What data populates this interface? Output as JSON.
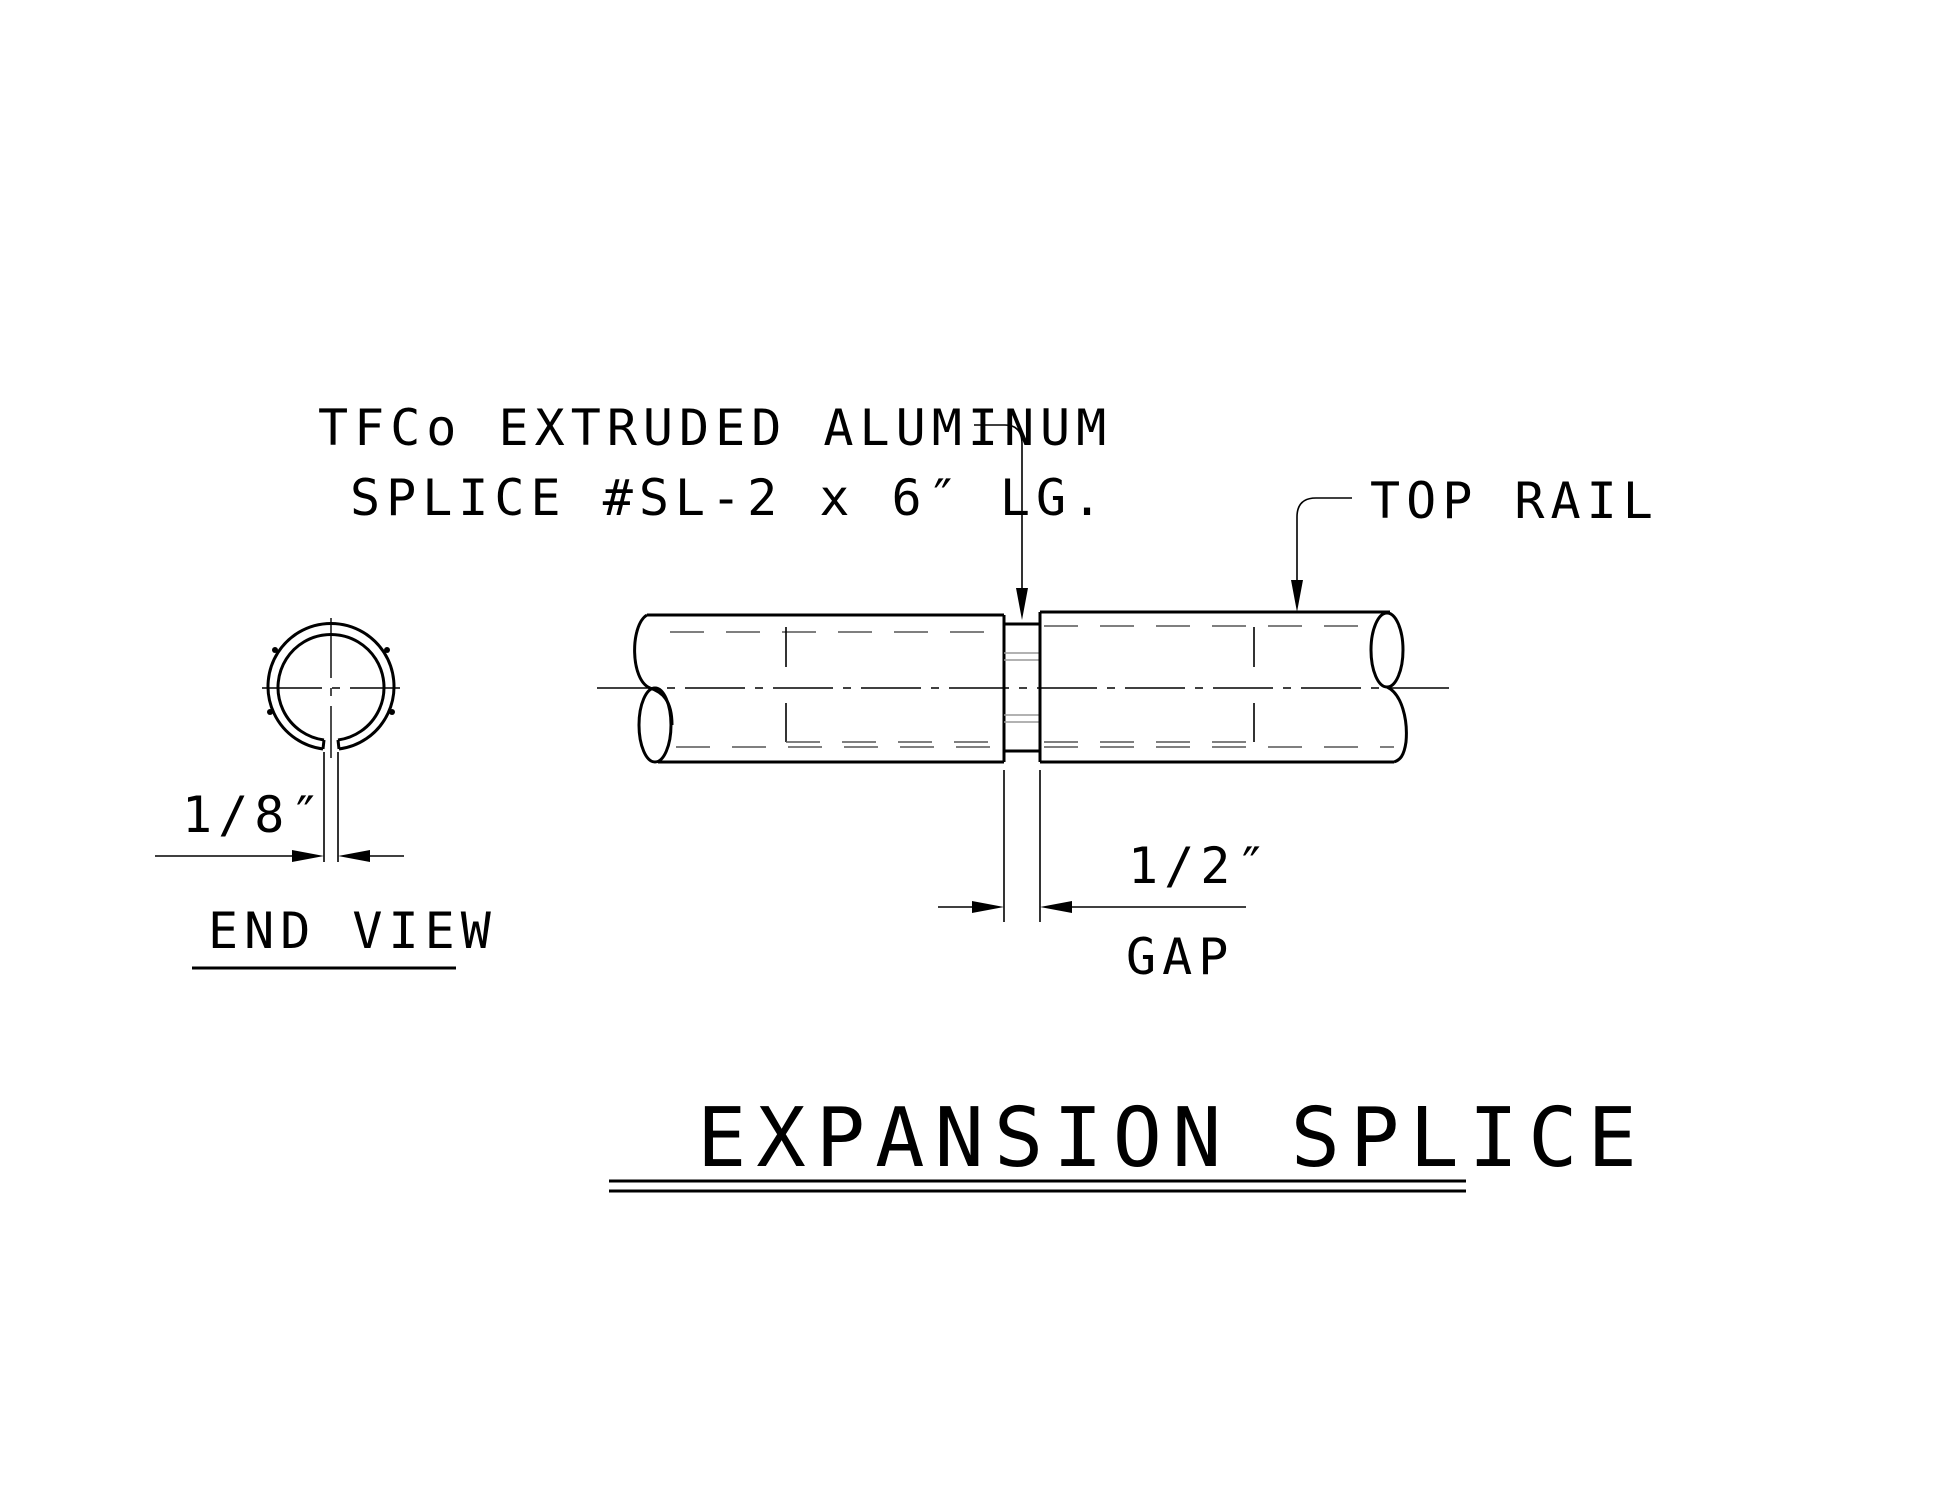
{
  "drawing": {
    "title": "EXPANSION SPLICE",
    "splice_note": {
      "line1": "TFCo EXTRUDED ALUMINUM",
      "line2": "SPLICE #SL-2 x 6″ LG."
    },
    "top_rail_label": "TOP RAIL",
    "end_view": {
      "label": "END VIEW",
      "gap_dimension": "1/8″"
    },
    "gap": {
      "dimension": "1/2″",
      "label": "GAP"
    }
  }
}
